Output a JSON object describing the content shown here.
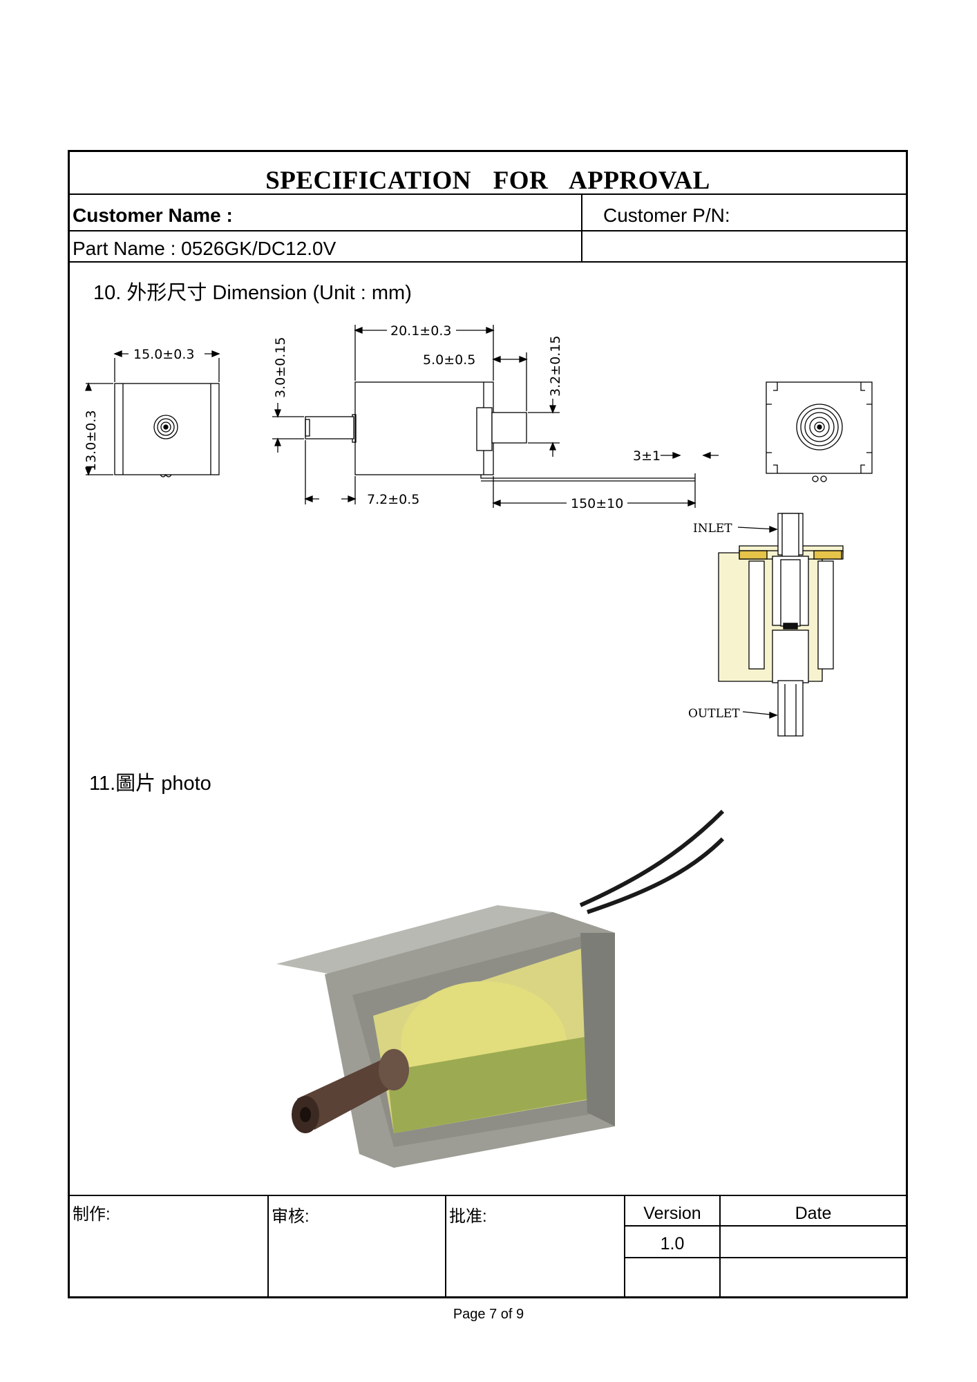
{
  "header": {
    "title": "SPECIFICATION   FOR   APPROVAL",
    "customer_name_label": "Customer Name :",
    "customer_pn_label": "Customer P/N:",
    "part_name_label": "Part Name : 0526GK/DC12.0V"
  },
  "section10": {
    "title": "10. 外形尺寸    Dimension (Unit : mm)",
    "dimensions": {
      "width_front": "15.0±0.3",
      "height_front": "13.0±0.3",
      "body_length": "20.1±0.3",
      "inlet_offset": "3.0±0.15",
      "outlet_length": "5.0±0.5",
      "outlet_offset": "3.2±0.15",
      "inlet_length": "7.2±0.5",
      "wire_length": "150±10",
      "wire_strip": "3±1"
    },
    "inlet_label": "INLET",
    "outlet_label": "OUTLET"
  },
  "section11": {
    "title": "11.圖片  photo"
  },
  "footer": {
    "made_by": "制作:",
    "reviewed_by": "审核:",
    "approved_by": "批准:",
    "version_label": "Version",
    "date_label": "Date",
    "version_value": "1.0",
    "page": "Page 7    of    9"
  },
  "colors": {
    "cutaway_fill": "#f7f3cf",
    "seal_fill": "#e6c44a",
    "housing": "#a9a9a4",
    "coil": "#e2dd7d"
  }
}
